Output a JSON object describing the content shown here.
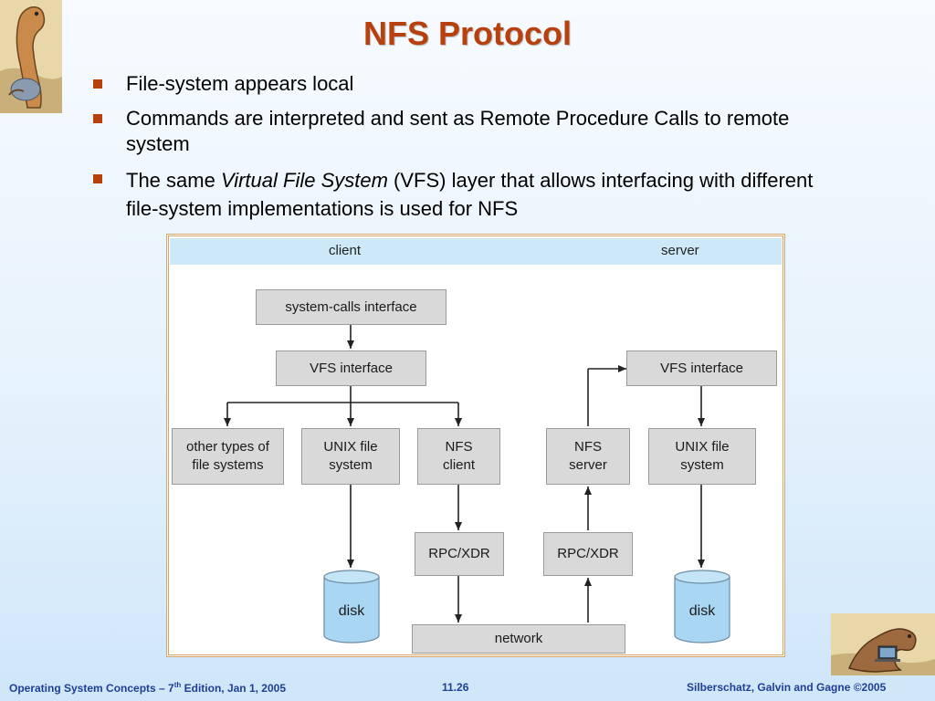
{
  "title": "NFS Protocol",
  "bullets": {
    "b1": "File-system appears local",
    "b2": "Commands are interpreted and sent as Remote Procedure Calls to remote system",
    "b3_pre": "The same ",
    "b3_em": "Virtual File System",
    "b3_post": " (VFS) layer that allows interfacing with different file-system implementations is used for NFS"
  },
  "diagram": {
    "client_label": "client",
    "server_label": "server",
    "syscalls": "system-calls interface",
    "vfs_client": "VFS interface",
    "vfs_server": "VFS interface",
    "other_fs": "other types of\nfile systems",
    "unix_client": "UNIX file\nsystem",
    "nfs_client": "NFS\nclient",
    "nfs_server": "NFS\nserver",
    "unix_server": "UNIX file\nsystem",
    "rpc_client": "RPC/XDR",
    "rpc_server": "RPC/XDR",
    "disk_client": "disk",
    "disk_server": "disk",
    "network": "network"
  },
  "footer": {
    "left_pre": "Operating System Concepts – 7",
    "left_sup": "th",
    "left_post": " Edition, Jan 1, 2005",
    "page": "11.26",
    "right": "Silberschatz, Galvin and Gagne ©2005"
  },
  "colors": {
    "title": "#b8400c",
    "bullet": "#b8400c",
    "footer": "#1e3f95",
    "box_fill": "#d9d9d9",
    "disk_fill": "#a9d6f2",
    "header_band": "#cde9f8"
  },
  "icons": {
    "top_logo": "dinosaur-icon",
    "bottom_logo": "dinosaur-laptop-icon",
    "bullet_marker": "square-bullet-icon"
  }
}
